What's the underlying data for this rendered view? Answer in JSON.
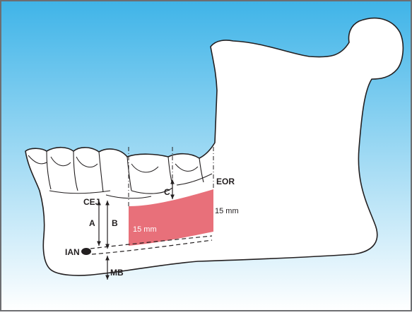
{
  "colors": {
    "bg_top": "#3fb4e8",
    "bg_bottom": "#ffffff",
    "border": "#6d6e71",
    "bone_fill": "#ffffff",
    "outline": "#231f20",
    "graft_fill": "#e8707a",
    "graft_text": "#ffffff"
  },
  "labels": {
    "cej": "CEJ",
    "a": "A",
    "b": "B",
    "c": "C",
    "eor": "EOR",
    "ian": "IAN",
    "mb": "MB",
    "graft_height_right": "15 mm",
    "graft_height_inside": "15 mm"
  },
  "icons": {
    "arrow": "double-headed-arrow"
  }
}
